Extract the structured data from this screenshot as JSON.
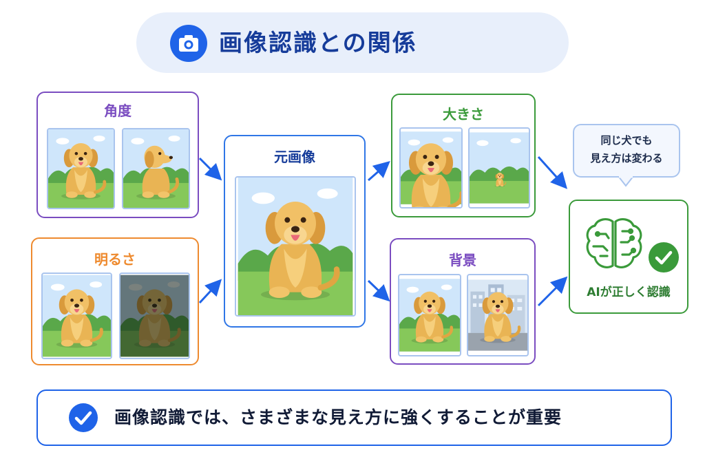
{
  "header": {
    "title": "画像認識との関係",
    "icon": "camera-icon"
  },
  "cards": {
    "angle": {
      "label": "角度"
    },
    "brightness": {
      "label": "明るさ"
    },
    "original": {
      "label": "元画像"
    },
    "size": {
      "label": "大きさ"
    },
    "background": {
      "label": "背景"
    }
  },
  "bubble": {
    "line1": "同じ犬でも",
    "line2": "見え方は変わる"
  },
  "ai": {
    "label": "AIが正しく認識",
    "icons": [
      "brain-circuit-icon",
      "check-icon"
    ]
  },
  "summary": {
    "text": "画像認識では、さまざまな見え方に強くすることが重要",
    "icon": "check-circle-icon"
  },
  "colors": {
    "accent": "#1f63e8",
    "purple": "#7a4cc0",
    "orange": "#ee8a2e",
    "green": "#3a9a3a"
  }
}
